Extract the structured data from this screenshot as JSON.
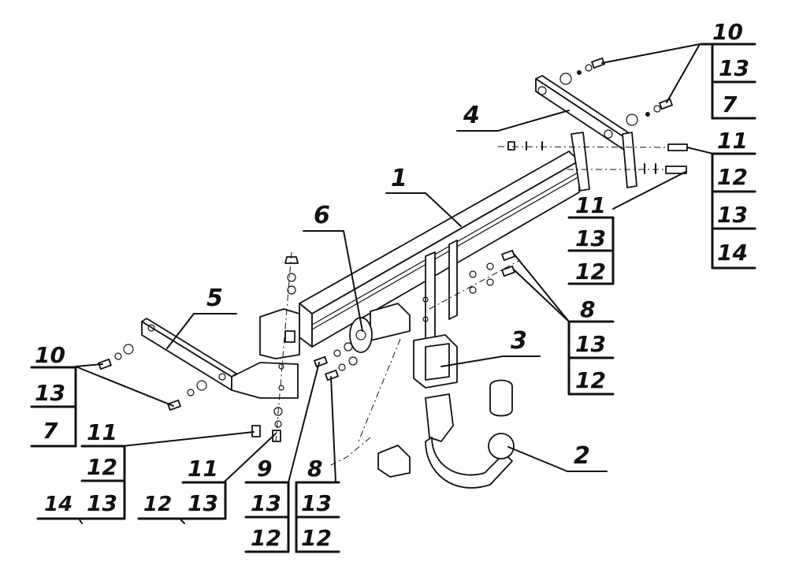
{
  "diagram": {
    "callouts": {
      "p1": "1",
      "p2": "2",
      "p3": "3",
      "p4": "4",
      "p5": "5",
      "p6": "6"
    },
    "tables": {
      "right_top": [
        "10",
        "13",
        "7"
      ],
      "right_mid": [
        "11",
        "12",
        "13",
        "14"
      ],
      "center_right": [
        "11",
        "13",
        "12"
      ],
      "right_8": [
        "8",
        "13",
        "12"
      ],
      "left_10": [
        "10",
        "13",
        "7"
      ],
      "left_11": [
        "11",
        "12",
        "13"
      ],
      "left_11_side": "14",
      "left_11b": [
        "11",
        "13"
      ],
      "left_11b_side": "12",
      "bottom_9": [
        "9",
        "13",
        "12"
      ],
      "bottom_8": [
        "8",
        "13",
        "12"
      ]
    }
  }
}
